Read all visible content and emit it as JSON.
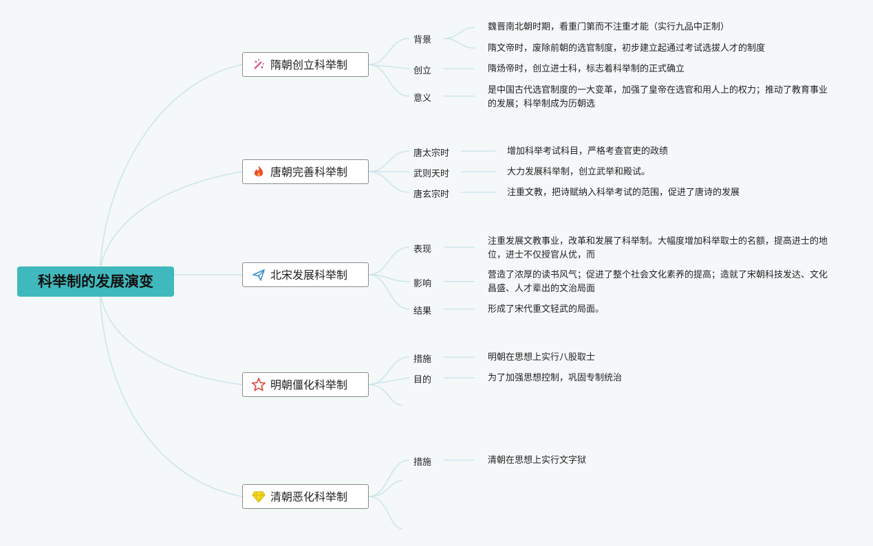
{
  "root": {
    "title": "科举制的发展演变"
  },
  "branches": [
    {
      "title": "隋朝创立科举制",
      "icon": "sparkle-icon",
      "items": [
        {
          "label": "背景",
          "details": [
            "魏晋南北朝时期，看重门第而不注重才能（实行九品中正制）",
            "隋文帝时，废除前朝的选官制度，初步建立起通过考试选拔人才的制度"
          ]
        },
        {
          "label": "创立",
          "details": [
            "隋炀帝时，创立进士科，标志着科举制的正式确立"
          ]
        },
        {
          "label": "意义",
          "details": [
            "是中国古代选官制度的一大变革，加强了皇帝在选官和用人上的权力；推动了教育事业的发展；科举制成为历朝选"
          ]
        }
      ]
    },
    {
      "title": "唐朝完善科举制",
      "icon": "flame-icon",
      "items": [
        {
          "label": "唐太宗时",
          "details": [
            "增加科举考试科目，严格考查官吏的政绩"
          ]
        },
        {
          "label": "武则天时",
          "details": [
            "大力发展科举制，创立武举和殿试。"
          ]
        },
        {
          "label": "唐玄宗时",
          "details": [
            "注重文教，把诗赋纳入科举考试的范围，促进了唐诗的发展"
          ]
        }
      ]
    },
    {
      "title": "北宋发展科举制",
      "icon": "paper-plane-icon",
      "items": [
        {
          "label": "表现",
          "details": [
            "注重发展文教事业，改革和发展了科举制。大幅度增加科举取士的名额，提高进士的地位，进士不仅授官从优，而"
          ]
        },
        {
          "label": "影响",
          "details": [
            "营造了浓厚的读书风气；促进了整个社会文化素养的提高；造就了宋朝科技发达、文化昌盛、人才辈出的文治局面"
          ]
        },
        {
          "label": "结果",
          "details": [
            "形成了宋代重文轻武的局面。"
          ]
        }
      ]
    },
    {
      "title": "明朝僵化科举制",
      "icon": "star-icon",
      "items": [
        {
          "label": "措施",
          "details": [
            "明朝在思想上实行八股取士"
          ]
        },
        {
          "label": "目的",
          "details": [
            "为了加强思想控制，巩固专制统治"
          ]
        },
        {
          "label": "",
          "details": []
        }
      ]
    },
    {
      "title": "清朝恶化科举制",
      "icon": "diamond-icon",
      "items": [
        {
          "label": "措施",
          "details": [
            "清朝在思想上实行文字狱"
          ]
        },
        {
          "label": "",
          "details": []
        },
        {
          "label": "",
          "details": []
        }
      ]
    }
  ],
  "colors": {
    "root": "#3fb9bd",
    "connector": "#cde5ea"
  }
}
